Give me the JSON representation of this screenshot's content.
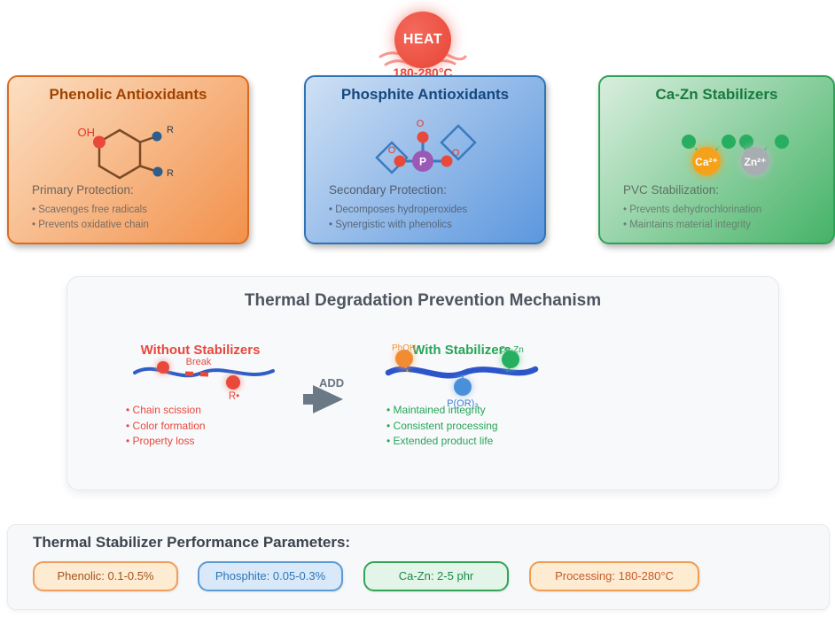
{
  "heat": {
    "label": "HEAT",
    "temp": "180-280°C"
  },
  "cards": [
    {
      "id": "phenolic",
      "title": "Phenolic Antioxidants",
      "heading": "Primary Protection:",
      "bullets": [
        "• Scavenges free radicals",
        "• Prevents oxidative chain"
      ],
      "molecule": {
        "oh": "OH",
        "r1": "R",
        "r2": "R"
      }
    },
    {
      "id": "phosphite",
      "title": "Phosphite Antioxidants",
      "heading": "Secondary Protection:",
      "bullets": [
        "• Decomposes hydroperoxides",
        "• Synergistic with phenolics"
      ],
      "molecule": {
        "p": "P",
        "o1": "O",
        "o2": "O",
        "o3": "O"
      }
    },
    {
      "id": "ca-zn",
      "title": "Ca-Zn Stabilizers",
      "heading": "PVC Stabilization:",
      "bullets": [
        "• Prevents dehydrochlorination",
        "• Maintains material integrity"
      ],
      "molecule": {
        "ca": "Ca²⁺",
        "zn": "Zn²⁺"
      }
    }
  ],
  "mechanism": {
    "title": "Thermal Degradation Prevention Mechanism",
    "without": {
      "title": "Without Stabilizers",
      "break_label": "Break",
      "radical_label": "R•",
      "bullets": [
        "• Chain scission",
        "• Color formation",
        "• Property loss"
      ]
    },
    "arrow_label": "ADD",
    "with": {
      "title": "With Stabilizers",
      "phoh_label": "PhOH",
      "cazn_label": "Ca-Zn",
      "por3_label": "P(OR)₃",
      "bullets": [
        "• Maintained integrity",
        "• Consistent processing",
        "• Extended product life"
      ]
    }
  },
  "parameters": {
    "title": "Thermal Stabilizer Performance Parameters:",
    "pills": [
      {
        "label": "Phenolic: 0.1-0.5%",
        "bg": "#fdebd2",
        "border": "#f09d5f",
        "color": "#a3541e"
      },
      {
        "label": "Phosphite: 0.05-0.3%",
        "bg": "#d9e9f9",
        "border": "#5b9bd5",
        "color": "#2e75b6"
      },
      {
        "label": "Ca-Zn: 2-5 phr",
        "bg": "#e3f4e9",
        "border": "#33a457",
        "color": "#188a4a"
      },
      {
        "label": "Processing: 180-280°C",
        "bg": "#fdebd2",
        "border": "#ef9d52",
        "color": "#c75a28"
      }
    ]
  },
  "colors": {
    "heat_red": "#e84534",
    "phenolic_orange": "#dd6b1f",
    "phosphite_blue": "#2e74b5",
    "cazn_green": "#2ea158",
    "chain_blue": "#2f5ec6",
    "failure_red": "#e8493c",
    "success_green": "#27a558",
    "phosphorus_purple": "#9b59b6",
    "calcium_orange": "#f5a21a",
    "zinc_gray": "#a8adb2"
  }
}
